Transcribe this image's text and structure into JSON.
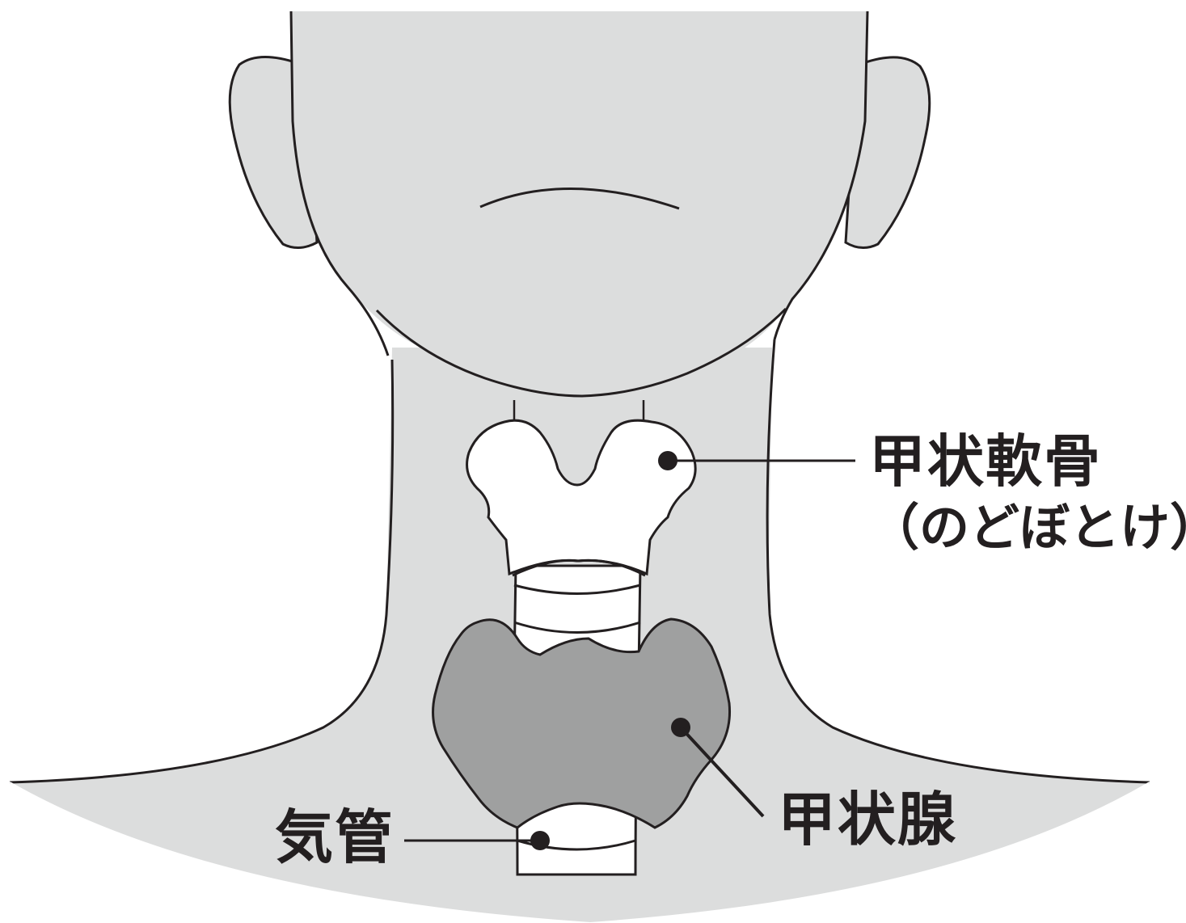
{
  "title": "",
  "colors": {
    "skin": "#dcdddd",
    "outline": "#231f20",
    "cartilage": "#ffffff",
    "thyroid_gland": "#9fa0a0",
    "label_text": "#231f20"
  },
  "labels": {
    "thyroid_cartilage": "甲状軟骨",
    "adams_apple": "（のどぼとけ）",
    "thyroid_gland": "甲状腺",
    "trachea": "気管"
  }
}
